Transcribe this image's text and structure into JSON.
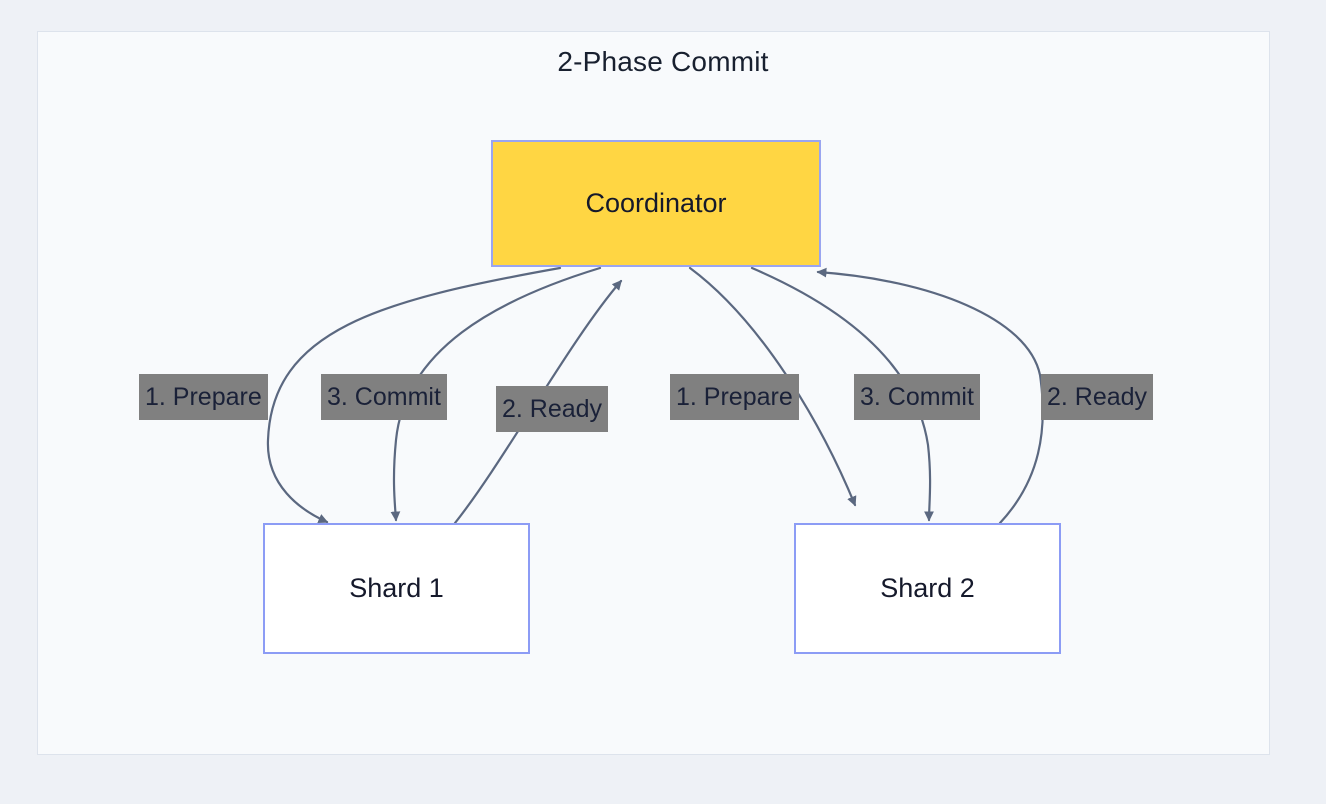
{
  "diagram": {
    "title": "2-Phase Commit",
    "type": "flowchart",
    "colors": {
      "page_background": "#eef1f6",
      "panel_background": "#f8fafc",
      "panel_border": "#dde3ec",
      "coordinator_fill": "#ffd643",
      "coordinator_border": "#9aa5f0",
      "shard_fill": "#ffffff",
      "shard_border": "#8c9cf5",
      "edge_stroke": "#5b6880",
      "label_chip_fill": "#808080",
      "label_text": "#1a2138",
      "node_text": "#15192b"
    },
    "nodes": [
      {
        "id": "coordinator",
        "label": "Coordinator",
        "role": "transaction-coordinator"
      },
      {
        "id": "shard1",
        "label": "Shard 1",
        "role": "participant"
      },
      {
        "id": "shard2",
        "label": "Shard 2",
        "role": "participant"
      }
    ],
    "edges": [
      {
        "id": "c-s1-prepare",
        "from": "coordinator",
        "to": "shard1",
        "label": "1. Prepare",
        "step": 1
      },
      {
        "id": "c-s1-commit",
        "from": "coordinator",
        "to": "shard1",
        "label": "3. Commit",
        "step": 3
      },
      {
        "id": "s1-c-ready",
        "from": "shard1",
        "to": "coordinator",
        "label": "2. Ready",
        "step": 2
      },
      {
        "id": "c-s2-prepare",
        "from": "coordinator",
        "to": "shard2",
        "label": "1. Prepare",
        "step": 1
      },
      {
        "id": "c-s2-commit",
        "from": "coordinator",
        "to": "shard2",
        "label": "3. Commit",
        "step": 3
      },
      {
        "id": "s2-c-ready",
        "from": "shard2",
        "to": "coordinator",
        "label": "2. Ready",
        "step": 2
      }
    ],
    "labels": {
      "left_prepare": "1. Prepare",
      "left_commit": "3. Commit",
      "left_ready": "2. Ready",
      "right_prepare": "1. Prepare",
      "right_commit": "3. Commit",
      "right_ready": "2. Ready"
    }
  }
}
